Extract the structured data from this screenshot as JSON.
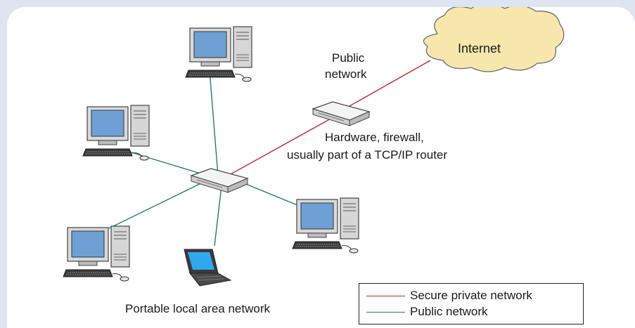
{
  "diagram": {
    "internet_label": "Internet",
    "public_network_label_line1": "Public",
    "public_network_label_line2": "network",
    "firewall_label_line1": "Hardware, firewall,",
    "firewall_label_line2": "usually part of a TCP/IP router",
    "lan_label": "Portable local area network"
  },
  "legend": {
    "items": [
      {
        "label": "Secure private network",
        "color": "#c0282e"
      },
      {
        "label": "Public network",
        "color": "#1f7d6e"
      }
    ]
  },
  "colors": {
    "background": "#dfe4f2",
    "cloud_fill": "#f8e7ad",
    "screen": "#6fa0d4",
    "laptop_screen": "#2fa8ee"
  }
}
